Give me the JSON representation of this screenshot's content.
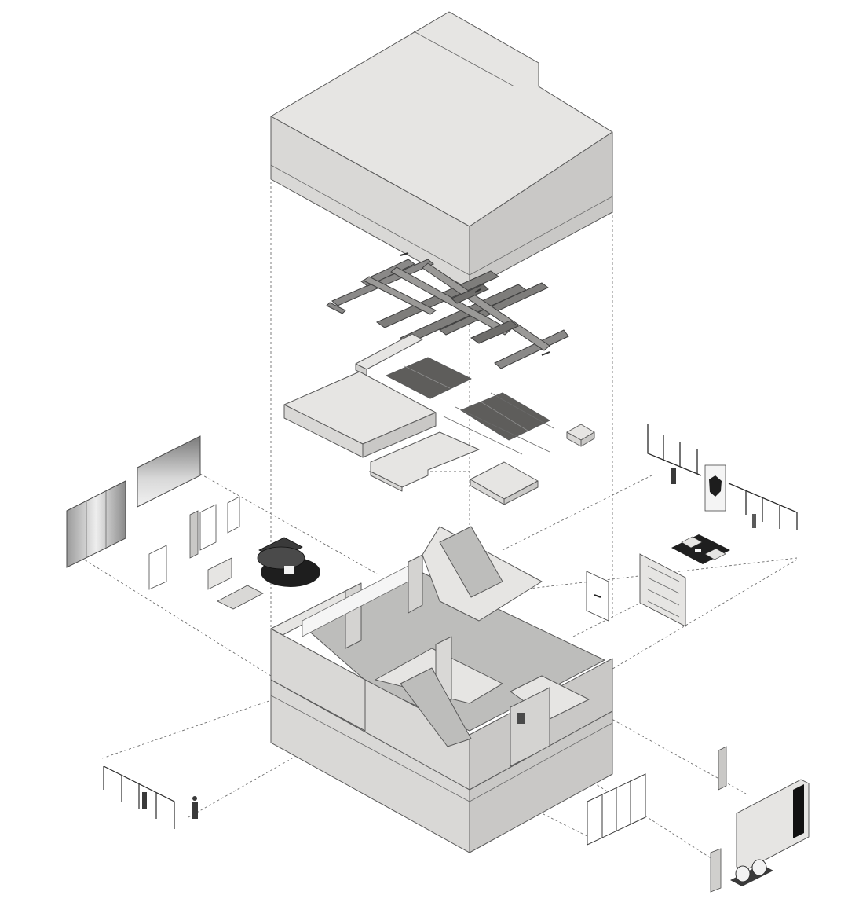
{
  "title": "",
  "colors": {
    "background": "#ffffff",
    "top_face": "#e6e5e3",
    "left_face": "#d9d8d6",
    "right_face": "#c9c8c6",
    "floor": "#bdbdbb",
    "steel": "#7e7d7b",
    "dark_panel": "#5e5d5b",
    "line": "#5a5a5a"
  },
  "components": [
    {
      "key": "roof_volume",
      "icon": "box-volume"
    },
    {
      "key": "steel_beam_frame",
      "icon": "steel-grid"
    },
    {
      "key": "mezzanine_slabs",
      "icon": "slab"
    },
    {
      "key": "ground_floor_shell",
      "icon": "room-shell"
    },
    {
      "key": "basement_volume",
      "icon": "box-volume"
    },
    {
      "key": "left_display_wall",
      "icon": "gradient-panels"
    },
    {
      "key": "right_hanging_rail",
      "icon": "hanging-rail"
    },
    {
      "key": "lounge_furniture",
      "icon": "sofa"
    },
    {
      "key": "entrance_doors",
      "icon": "glass-doors"
    },
    {
      "key": "entrance_portal",
      "icon": "portal-frame"
    },
    {
      "key": "clothing_rack_lower_left",
      "icon": "clothes-rack"
    }
  ]
}
